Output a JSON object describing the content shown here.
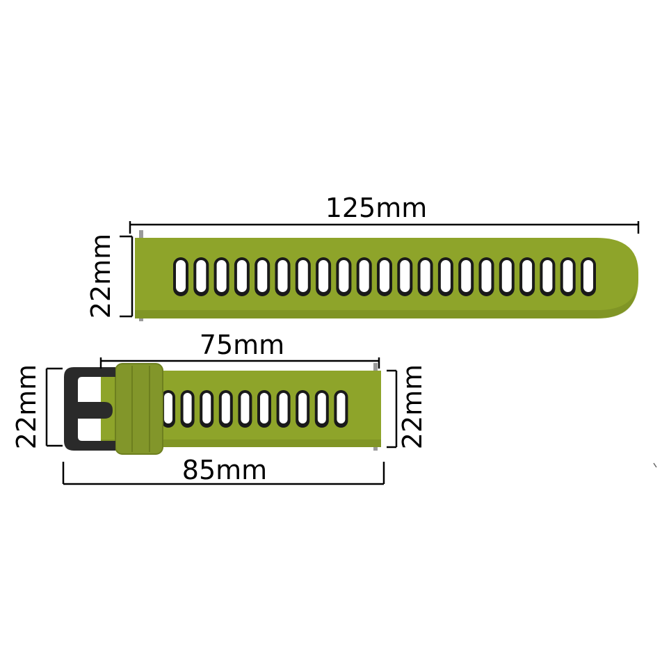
{
  "product": {
    "strap_color": "#8ea42a",
    "hole_color": "#1a1a1a",
    "buckle_color": "#2a2a2a",
    "long_strap_hole_count": 21,
    "short_strap_hole_count": 10
  },
  "dimensions": {
    "long_length": "125mm",
    "long_width": "22mm",
    "short_length": "75mm",
    "short_total_length": "85mm",
    "short_width_left": "22mm",
    "short_width_right": "22mm"
  }
}
